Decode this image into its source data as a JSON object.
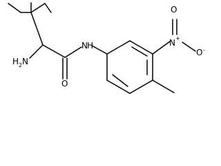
{
  "molecule": {
    "atoms": {
      "amine": {
        "symbol": "H",
        "subscript": "2",
        "element": "N"
      },
      "amide_nitrogen": "N",
      "amide_hydrogen": "H",
      "carbonyl_oxygen": "O",
      "nitro_nitrogen": "N",
      "nitro_nitrogen_charge": "+",
      "nitro_oxygen_double": "O",
      "nitro_oxygen_single": "O",
      "nitro_oxygen_charge": "-"
    },
    "colors": {
      "bond": "#000000",
      "label": "#000000",
      "background": "#ffffff"
    }
  }
}
